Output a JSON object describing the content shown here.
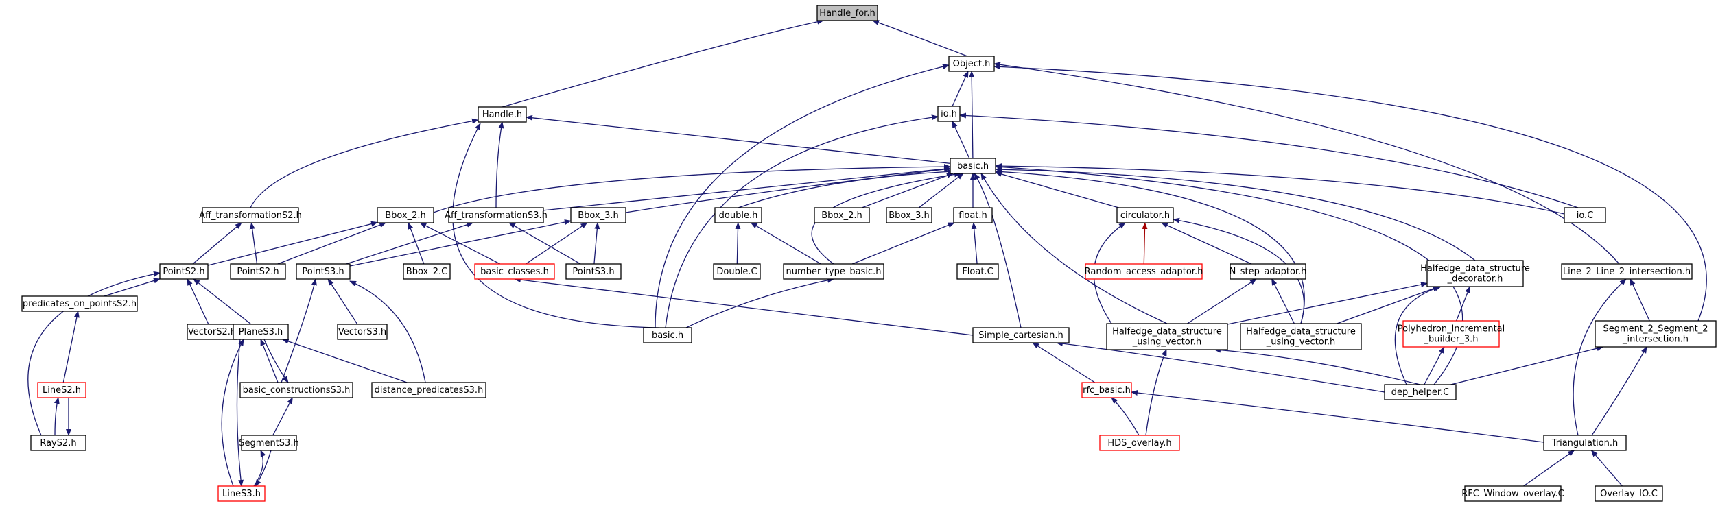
{
  "colors": {
    "edge": "#191970",
    "edge_red": "#a30000",
    "node_border": "#000000",
    "node_border_red": "#ff0000",
    "node_fill": "#ffffff",
    "root_fill": "#bfbfbf"
  },
  "arrowhead": "filled-triangle",
  "nodes": [
    {
      "id": "handle_for",
      "lines": [
        "Handle_for.h"
      ],
      "root": true
    },
    {
      "id": "object",
      "lines": [
        "Object.h"
      ]
    },
    {
      "id": "handle",
      "lines": [
        "Handle.h"
      ]
    },
    {
      "id": "io",
      "lines": [
        "io.h"
      ]
    },
    {
      "id": "basic",
      "lines": [
        "basic.h"
      ]
    },
    {
      "id": "aff2",
      "lines": [
        "Aff_transformationS2.h"
      ]
    },
    {
      "id": "bbox2h",
      "lines": [
        "Bbox_2.h"
      ]
    },
    {
      "id": "aff3",
      "lines": [
        "Aff_transformationS3.h"
      ]
    },
    {
      "id": "bbox3h",
      "lines": [
        "Bbox_3.h"
      ]
    },
    {
      "id": "double",
      "lines": [
        "double.h"
      ]
    },
    {
      "id": "bbox2h_b",
      "lines": [
        "Bbox_2.h"
      ]
    },
    {
      "id": "bbox3h_b",
      "lines": [
        "Bbox_3.h"
      ]
    },
    {
      "id": "float",
      "lines": [
        "float.h"
      ]
    },
    {
      "id": "circulator",
      "lines": [
        "circulator.h"
      ]
    },
    {
      "id": "ioc",
      "lines": [
        "io.C"
      ]
    },
    {
      "id": "pointS2",
      "lines": [
        "PointS2.h"
      ]
    },
    {
      "id": "point2",
      "lines": [
        "PointS2.h"
      ]
    },
    {
      "id": "pointS3",
      "lines": [
        "PointS3.h"
      ]
    },
    {
      "id": "bbox2c",
      "lines": [
        "Bbox_2.C"
      ]
    },
    {
      "id": "basic_classes",
      "lines": [
        "basic_classes.h"
      ],
      "red": true
    },
    {
      "id": "point3",
      "lines": [
        "PointS3.h"
      ]
    },
    {
      "id": "doublec",
      "lines": [
        "Double.C"
      ]
    },
    {
      "id": "ntb",
      "lines": [
        "number_type_basic.h"
      ]
    },
    {
      "id": "floatc",
      "lines": [
        "Float.C"
      ]
    },
    {
      "id": "raa",
      "lines": [
        "Random_access_adaptor.h"
      ],
      "red": true
    },
    {
      "id": "nstep",
      "lines": [
        "N_step_adaptor.h"
      ]
    },
    {
      "id": "hdsd",
      "lines": [
        "Halfedge_data_structure",
        "_decorator.h"
      ]
    },
    {
      "id": "l2l2",
      "lines": [
        "Line_2_Line_2_intersection.h"
      ]
    },
    {
      "id": "predS2",
      "lines": [
        "predicates_on_pointsS2.h"
      ]
    },
    {
      "id": "vectorS2",
      "lines": [
        "VectorS2.h"
      ]
    },
    {
      "id": "planeS3",
      "lines": [
        "PlaneS3.h"
      ]
    },
    {
      "id": "vectorS3",
      "lines": [
        "VectorS3.h"
      ]
    },
    {
      "id": "basic2",
      "lines": [
        "basic.h"
      ]
    },
    {
      "id": "simple_cart",
      "lines": [
        "Simple_cartesian.h"
      ]
    },
    {
      "id": "hdsv1",
      "lines": [
        "Halfedge_data_structure",
        "_using_vector.h"
      ]
    },
    {
      "id": "hdsv2",
      "lines": [
        "Halfedge_data_structure",
        "_using_vector.h"
      ]
    },
    {
      "id": "polyinc",
      "lines": [
        "Polyhedron_incremental",
        "_builder_3.h"
      ],
      "red": true
    },
    {
      "id": "s2s2",
      "lines": [
        "Segment_2_Segment_2",
        "_intersection.h"
      ]
    },
    {
      "id": "lineS2",
      "lines": [
        "LineS2.h"
      ],
      "red": true
    },
    {
      "id": "basic_cons",
      "lines": [
        "basic_constructionsS3.h"
      ]
    },
    {
      "id": "dist_pred",
      "lines": [
        "distance_predicatesS3.h"
      ]
    },
    {
      "id": "rfc_basic",
      "lines": [
        "rfc_basic.h"
      ],
      "red": true
    },
    {
      "id": "dep_helper",
      "lines": [
        "dep_helper.C"
      ]
    },
    {
      "id": "rayS2",
      "lines": [
        "RayS2.h"
      ]
    },
    {
      "id": "segmentS3",
      "lines": [
        "SegmentS3.h"
      ]
    },
    {
      "id": "hds_overlay",
      "lines": [
        "HDS_overlay.h"
      ],
      "red": true
    },
    {
      "id": "triangulation",
      "lines": [
        "Triangulation.h"
      ]
    },
    {
      "id": "lineS3",
      "lines": [
        "LineS3.h"
      ],
      "red": true
    },
    {
      "id": "rfc_window",
      "lines": [
        "RFC_Window_overlay.C"
      ]
    },
    {
      "id": "overlay_io",
      "lines": [
        "Overlay_IO.C"
      ]
    }
  ],
  "edges": [
    [
      "object",
      "handle_for"
    ],
    [
      "handle",
      "handle_for"
    ],
    [
      "io",
      "object"
    ],
    [
      "basic",
      "object"
    ],
    [
      "basic2",
      "object"
    ],
    [
      "l2l2",
      "object"
    ],
    [
      "s2s2",
      "object"
    ],
    [
      "basic",
      "io"
    ],
    [
      "ioc",
      "io"
    ],
    [
      "basic2",
      "io"
    ],
    [
      "basic",
      "handle"
    ],
    [
      "aff2",
      "handle"
    ],
    [
      "aff3",
      "handle"
    ],
    [
      "basic2",
      "handle"
    ],
    [
      "bbox2h",
      "basic"
    ],
    [
      "aff3",
      "basic"
    ],
    [
      "bbox3h",
      "basic"
    ],
    [
      "double",
      "basic"
    ],
    [
      "bbox2h_b",
      "basic"
    ],
    [
      "bbox3h_b",
      "basic"
    ],
    [
      "float",
      "basic"
    ],
    [
      "circulator",
      "basic"
    ],
    [
      "ioc",
      "basic"
    ],
    [
      "ntb",
      "basic"
    ],
    [
      "simple_cart",
      "basic"
    ],
    [
      "hdsv1",
      "basic"
    ],
    [
      "hdsv2",
      "basic"
    ],
    [
      "hdsd",
      "basic"
    ],
    [
      "dep_helper",
      "basic"
    ],
    [
      "pointS2",
      "aff2"
    ],
    [
      "point2",
      "aff2"
    ],
    [
      "pointS2",
      "bbox2h"
    ],
    [
      "point2",
      "bbox2h"
    ],
    [
      "bbox2c",
      "bbox2h"
    ],
    [
      "basic_classes",
      "bbox2h"
    ],
    [
      "pointS3",
      "aff3"
    ],
    [
      "point3",
      "aff3"
    ],
    [
      "pointS3",
      "bbox3h"
    ],
    [
      "point3",
      "bbox3h"
    ],
    [
      "basic_classes",
      "bbox3h"
    ],
    [
      "doublec",
      "double"
    ],
    [
      "ntb",
      "double"
    ],
    [
      "ntb",
      "float"
    ],
    [
      "floatc",
      "float"
    ],
    [
      "hdsv1",
      "circulator"
    ],
    [
      "hdsv2",
      "circulator"
    ],
    [
      "nstep",
      "circulator"
    ],
    [
      "raa",
      "circulator",
      "red"
    ],
    [
      "predS2",
      "pointS2"
    ],
    [
      "vectorS2",
      "pointS2"
    ],
    [
      "planeS3",
      "pointS2"
    ],
    [
      "rayS2",
      "pointS2"
    ],
    [
      "basic_cons",
      "pointS3"
    ],
    [
      "vectorS3",
      "pointS3"
    ],
    [
      "dist_pred",
      "pointS3"
    ],
    [
      "basic2",
      "ntb"
    ],
    [
      "simple_cart",
      "basic_classes"
    ],
    [
      "hdsv1",
      "nstep"
    ],
    [
      "hdsv2",
      "nstep"
    ],
    [
      "hdsv1",
      "hdsd"
    ],
    [
      "hdsv2",
      "hdsd"
    ],
    [
      "polyinc",
      "hdsd"
    ],
    [
      "dep_helper",
      "hdsd"
    ],
    [
      "triangulation",
      "l2l2"
    ],
    [
      "s2s2",
      "l2l2"
    ],
    [
      "lineS2",
      "predS2"
    ],
    [
      "basic_cons",
      "planeS3"
    ],
    [
      "dist_pred",
      "planeS3"
    ],
    [
      "lineS3",
      "planeS3"
    ],
    [
      "planeS3",
      "basic_cons"
    ],
    [
      "segmentS3",
      "basic_cons"
    ],
    [
      "rfc_basic",
      "simple_cart"
    ],
    [
      "dep_helper",
      "simple_cart"
    ],
    [
      "hds_overlay",
      "hdsv1"
    ],
    [
      "dep_helper",
      "hdsv1"
    ],
    [
      "dep_helper",
      "polyinc"
    ],
    [
      "dep_helper",
      "s2s2"
    ],
    [
      "triangulation",
      "s2s2"
    ],
    [
      "rayS2",
      "lineS2"
    ],
    [
      "lineS2",
      "rayS2"
    ],
    [
      "lineS3",
      "segmentS3"
    ],
    [
      "segmentS3",
      "lineS3"
    ],
    [
      "hds_overlay",
      "rfc_basic"
    ],
    [
      "triangulation",
      "rfc_basic"
    ],
    [
      "rfc_window",
      "triangulation"
    ],
    [
      "overlay_io",
      "triangulation"
    ],
    [
      "planeS3",
      "lineS3"
    ]
  ]
}
